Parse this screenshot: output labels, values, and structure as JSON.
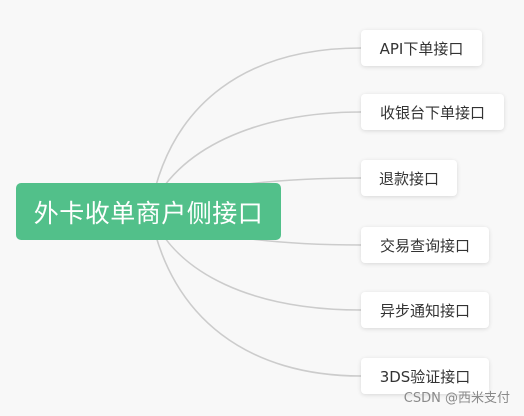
{
  "root": {
    "label": "外卡收单商户侧接口"
  },
  "children": [
    {
      "label": "API下单接口"
    },
    {
      "label": "收银台下单接口"
    },
    {
      "label": "退款接口"
    },
    {
      "label": "交易查询接口"
    },
    {
      "label": "异步通知接口"
    },
    {
      "label": "3DS验证接口"
    }
  ],
  "watermark": "CSDN @西米支付",
  "colors": {
    "root_bg": "#52c08a",
    "root_text": "#ffffff",
    "connector": "#cccccc",
    "node_text": "#333333",
    "background": "#f8f8f8"
  }
}
